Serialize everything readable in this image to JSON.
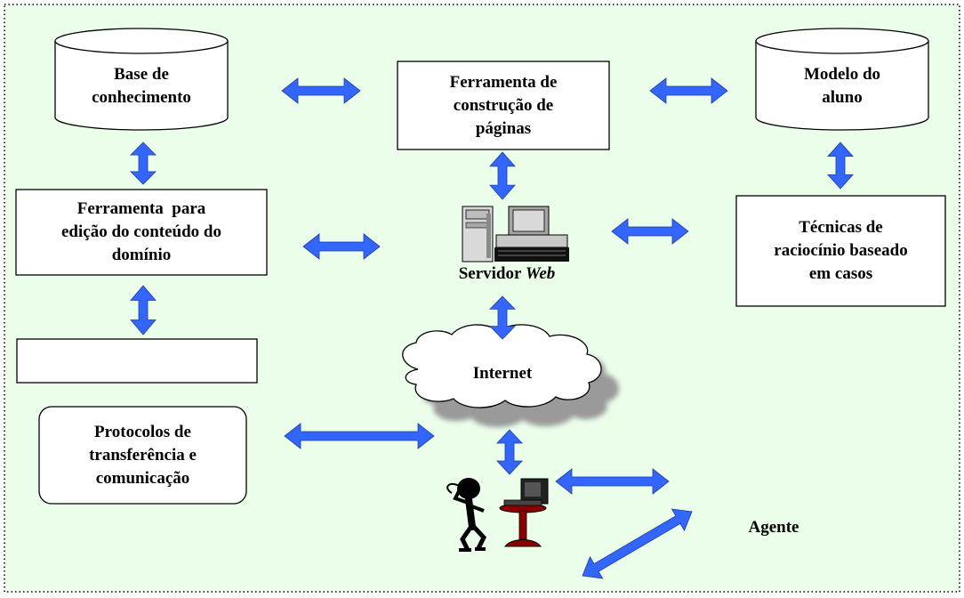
{
  "nodes": {
    "base_conhecimento": [
      "Base de",
      "conhecimento"
    ],
    "ferramenta_construcao": [
      "Ferramenta de",
      "construção de",
      "páginas"
    ],
    "modelo_aluno": [
      "Modelo do",
      "aluno"
    ],
    "ferramenta_edicao": [
      "Ferramenta  para",
      "edição do conteúdo do",
      "domínio"
    ],
    "tecnicas_raciocinio": [
      "Técnicas de",
      "raciocínio baseado",
      "em casos"
    ],
    "servidor_label": "Servidor",
    "servidor_label_italic": "Web",
    "internet": "Internet",
    "protocolos": [
      "Protocolos de",
      "transferência e",
      "comunicação"
    ],
    "agente": "Agente",
    "empty_box": ""
  },
  "colors": {
    "background": "#ebffeb",
    "frame": "#000000",
    "arrow_fill": "#3366ff",
    "box_fill": "#ffffff",
    "cloud_shadow": "#9a9a9a",
    "table_top": "#8b0000"
  },
  "icons": [
    "server-computer-icon",
    "internet-cloud-icon",
    "person-at-computer-icon"
  ]
}
